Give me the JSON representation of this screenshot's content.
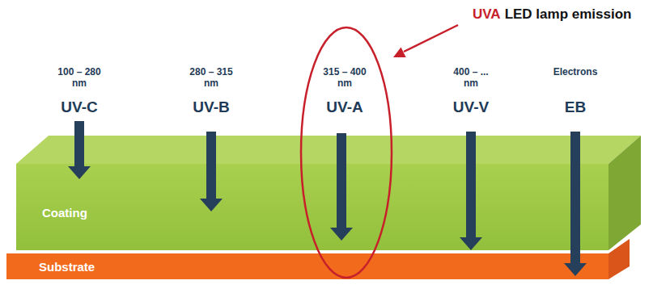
{
  "diagram": {
    "nodes": [
      {
        "text": [
          "Coating"
        ]
      },
      {
        "text": [
          "Substrate"
        ]
      }
    ],
    "labels": [
      "100 – 280 nm",
      "UV-C",
      "280 – 315 nm",
      "UV-B",
      "315 – 400 nm",
      "UV-A",
      "400 – ... nm",
      "UV-V",
      "Electrons",
      "EB",
      "UVA",
      "LED lamp emission"
    ]
  }
}
